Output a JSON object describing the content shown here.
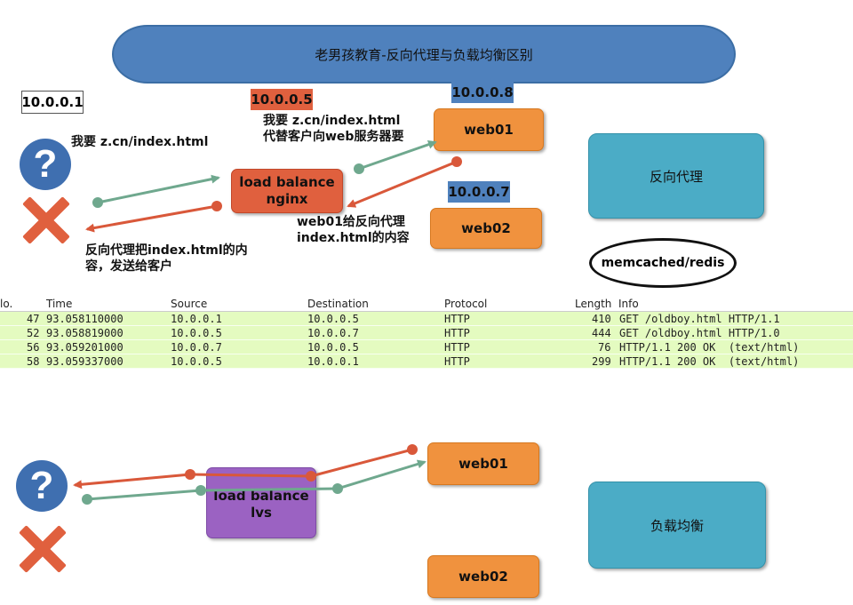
{
  "title": "老男孩教育-反向代理与负载均衡区别",
  "top_diagram": {
    "client_ip": "10.0.0.1",
    "proxy_ip": "10.0.0.5",
    "web01_ip": "10.0.0.8",
    "web02_ip": "10.0.0.7",
    "client_request_note": "我要 z.cn/index.html",
    "proxy_request_note_line1": "我要 z.cn/index.html",
    "proxy_request_note_line2": "代替客户向web服务器要",
    "web_response_note_line1": "web01给反向代理",
    "web_response_note_line2": "index.html的内容",
    "proxy_response_note_line1": "反向代理把index.html的内",
    "proxy_response_note_line2": "容，发送给客户",
    "lb_line1": "load balance",
    "lb_line2": "nginx",
    "web01": "web01",
    "web02": "web02",
    "section_label": "反向代理",
    "cache_label": "memcached/redis",
    "question_icon": "question-icon",
    "fail_icon": "x-icon"
  },
  "packet_table": {
    "columns": [
      "lo.",
      "Time",
      "Source",
      "Destination",
      "Protocol",
      "Length",
      "Info"
    ],
    "rows": [
      {
        "no": "47",
        "time": "93.058110000",
        "source": "10.0.0.1",
        "destination": "10.0.0.5",
        "protocol": "HTTP",
        "length": "410",
        "info": "GET /oldboy.html HTTP/1.1"
      },
      {
        "no": "52",
        "time": "93.058819000",
        "source": "10.0.0.5",
        "destination": "10.0.0.7",
        "protocol": "HTTP",
        "length": "444",
        "info": "GET /oldboy.html HTTP/1.0"
      },
      {
        "no": "56",
        "time": "93.059201000",
        "source": "10.0.0.7",
        "destination": "10.0.0.5",
        "protocol": "HTTP",
        "length": "76",
        "info": "HTTP/1.1 200 OK  (text/html)"
      },
      {
        "no": "58",
        "time": "93.059337000",
        "source": "10.0.0.5",
        "destination": "10.0.0.1",
        "protocol": "HTTP",
        "length": "299",
        "info": "HTTP/1.1 200 OK  (text/html)"
      }
    ],
    "row_color": "#e4fbc0"
  },
  "bottom_diagram": {
    "lb_line1": "load balance",
    "lb_line2": "lvs",
    "web01": "web01",
    "web02": "web02",
    "section_label": "负载均衡"
  },
  "colors": {
    "request_arrow": "#6fa88e",
    "response_arrow": "#d9583a",
    "banner": "#4f81bd",
    "web_node": "#f0923e",
    "label_box": "#4bacc6",
    "lvs_node": "#9b62c2"
  }
}
